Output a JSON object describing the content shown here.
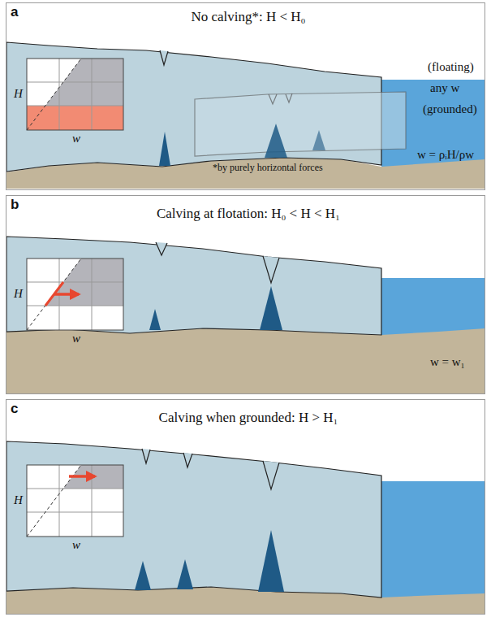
{
  "diagram": {
    "nodes": [
      {
        "text": [
          "a",
          "No calving*: H < H₀"
        ]
      },
      {
        "text": [
          "H",
          "w"
        ],
        "in": 0
      },
      {
        "text": [
          "b",
          "Calving at flotation: H₀ < H < H₁"
        ]
      },
      {
        "text": [
          "H",
          "w"
        ],
        "in": 2
      },
      {
        "text": [
          "c",
          "Calving when grounded: H > H₁"
        ]
      },
      {
        "text": [
          "H",
          "w"
        ],
        "in": 4
      }
    ],
    "labels": [
      "*by purely horizontal forces",
      "(floating)",
      "any w",
      "(grounded)",
      "w = ρᵢH/ρw",
      "w = w₁"
    ]
  }
}
